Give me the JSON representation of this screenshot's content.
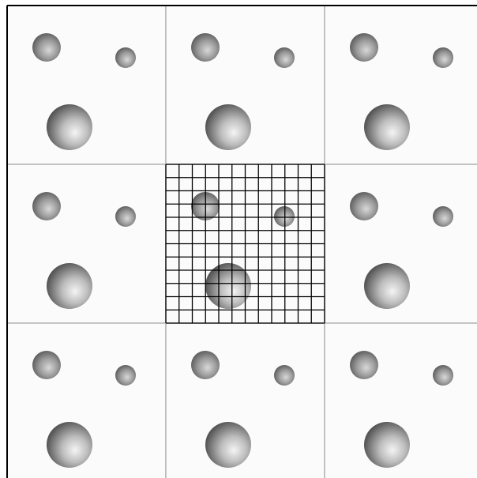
{
  "figure": {
    "description_tiles": 9,
    "tiles": [
      {
        "row": 0,
        "col": 0,
        "role": "periodic-image"
      },
      {
        "row": 0,
        "col": 1,
        "role": "periodic-image"
      },
      {
        "row": 0,
        "col": 2,
        "role": "periodic-image"
      },
      {
        "row": 1,
        "col": 0,
        "role": "periodic-image"
      },
      {
        "row": 1,
        "col": 1,
        "role": "central-cell"
      },
      {
        "row": 1,
        "col": 2,
        "role": "periodic-image"
      },
      {
        "row": 2,
        "col": 0,
        "role": "periodic-image"
      },
      {
        "row": 2,
        "col": 1,
        "role": "periodic-image"
      },
      {
        "row": 2,
        "col": 2,
        "role": "periodic-image"
      }
    ],
    "grid_divisions": 12,
    "spheres_per_tile": 3,
    "colors": {
      "background": "#fbfbfb",
      "tile_border": "#b4b4b4",
      "outer_border": "#000000",
      "mesh": "#000000",
      "sphere_light": "#f2f2f2",
      "sphere_mid": "#b8b8b8",
      "sphere_dark": "#5a5a5a"
    }
  }
}
